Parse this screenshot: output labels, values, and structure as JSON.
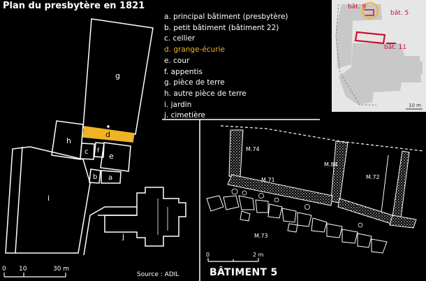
{
  "title": "Plan du presbytère en 1821",
  "legend": [
    "a. principal bâtiment (presbytère)",
    "b. petit bâtiment (bâtiment 22)",
    "c. cellier",
    "d. grange-écurie",
    "e. cour",
    "f. appentis",
    "g. pièce de terre",
    "h. autre pièce de terre",
    "i. jardin",
    "j. cimetière"
  ],
  "highlight_color": "#f0b323",
  "plan_labels": {
    "a": "a",
    "b": "b",
    "c": "c",
    "d": "d",
    "e": "e",
    "f": "f",
    "g": "g",
    "h": "h",
    "i": "i",
    "j": "j"
  },
  "scale_left": {
    "t0": "0",
    "t1": "10",
    "t2": "30 m"
  },
  "source": "Source : ADIL",
  "inset": {
    "bat9": "bât. 9",
    "bat5": "bât. 5",
    "bat11": "bât. 11",
    "scale": "10 m"
  },
  "inset_label_color": "#cc1133",
  "bat5": {
    "title": "BÂTIMENT 5",
    "walls": {
      "m74": "M.74",
      "m84": "M.84",
      "m71": "M.71",
      "m72": "M.72",
      "m73": "M.73"
    },
    "scale": {
      "t0": "0",
      "t1": "2 m"
    }
  }
}
